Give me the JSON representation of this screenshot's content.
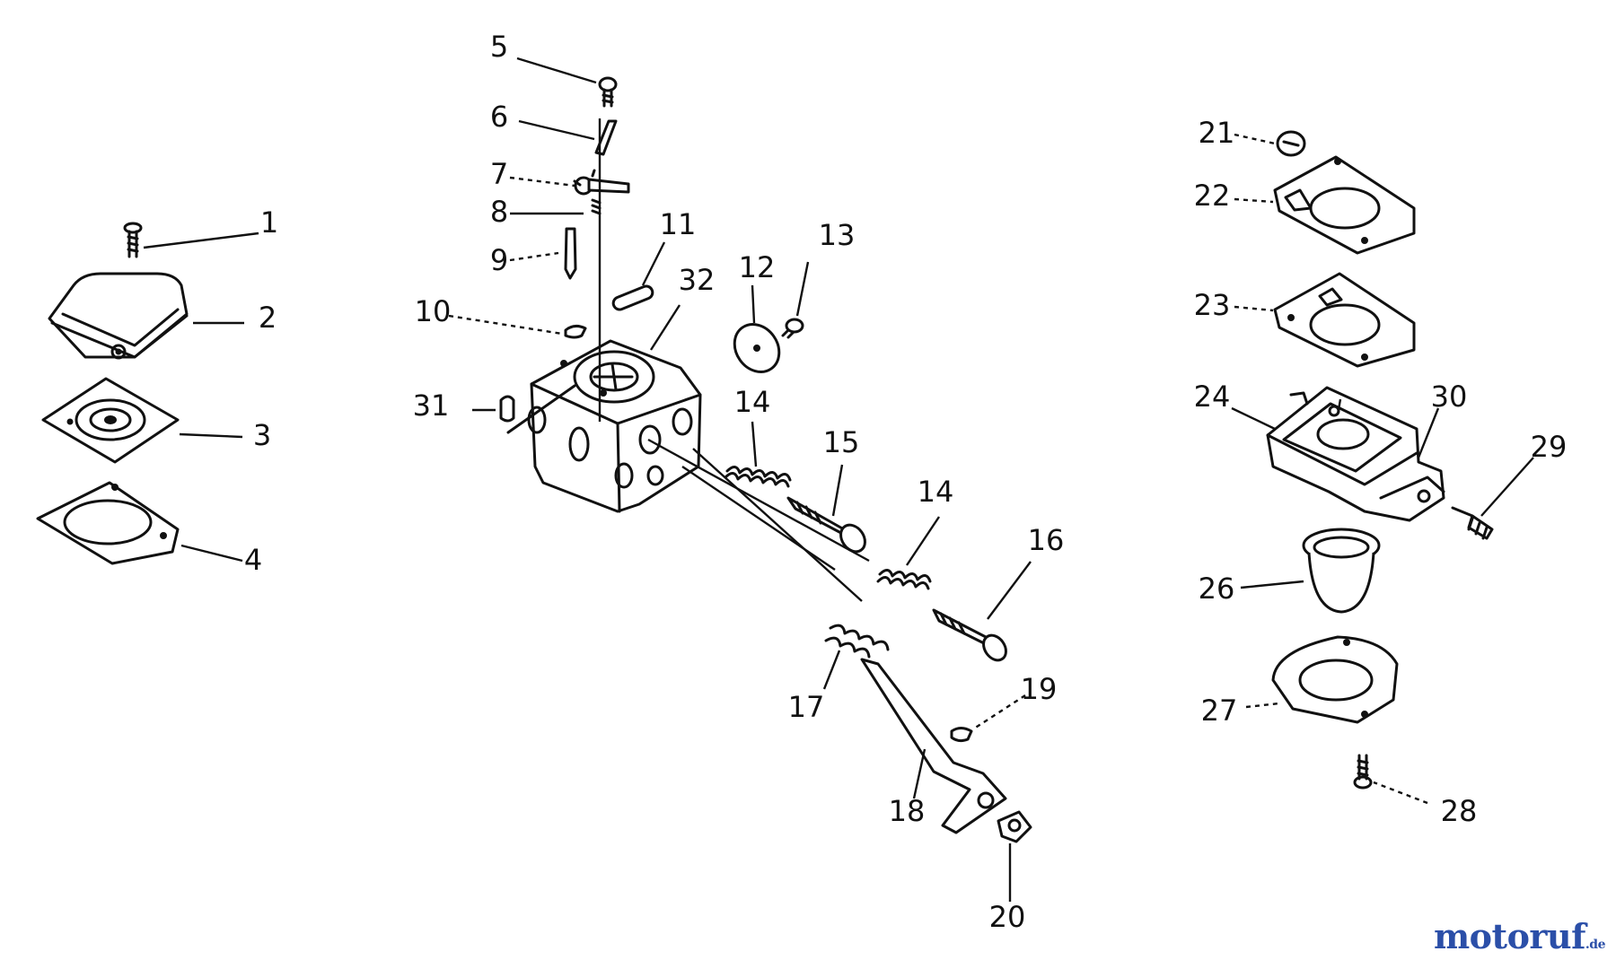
{
  "diagram": {
    "callouts": [
      "1",
      "2",
      "3",
      "4",
      "5",
      "6",
      "7",
      "8",
      "9",
      "10",
      "11",
      "12",
      "13",
      "14",
      "14",
      "15",
      "16",
      "17",
      "18",
      "19",
      "20",
      "21",
      "22",
      "23",
      "24",
      "26",
      "27",
      "28",
      "29",
      "30",
      "31",
      "32"
    ]
  },
  "watermark": {
    "text_a": "motoruf",
    "text_b": "",
    "suffix": ".de"
  }
}
